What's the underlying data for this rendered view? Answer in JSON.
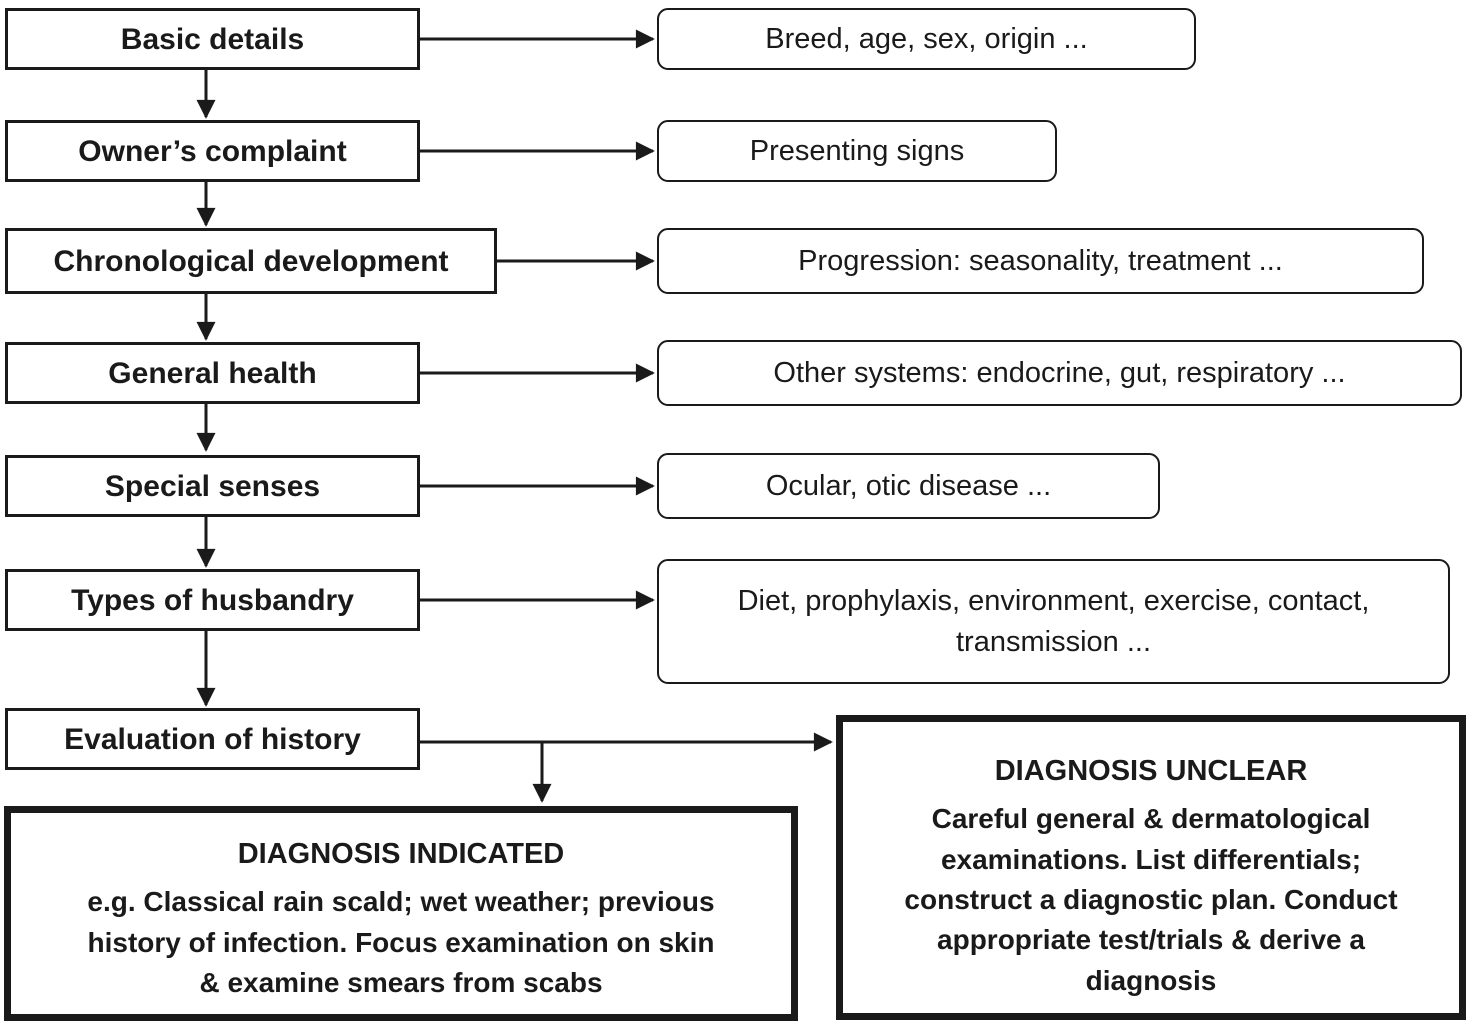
{
  "figure": {
    "background_color": "#ffffff",
    "ink_color": "#1a1a1a",
    "description": "History-taking flowchart leading to diagnosis"
  },
  "flow_rows": [
    {
      "step": "Basic details",
      "detail": "Breed, age, sex, origin ..."
    },
    {
      "step": "Owner’s complaint",
      "detail": "Presenting signs"
    },
    {
      "step": "Chronological development",
      "detail": "Progression: seasonality, treatment ..."
    },
    {
      "step": "General health",
      "detail": "Other systems: endocrine, gut, respiratory ..."
    },
    {
      "step": "Special senses",
      "detail": "Ocular, otic disease ..."
    },
    {
      "step": "Types of husbandry",
      "detail": "Diet, prophylaxis, environment, exercise, contact,\ntransmission ..."
    },
    {
      "step": "Evaluation of history"
    }
  ],
  "outcomes": {
    "indicated": {
      "title": "DIAGNOSIS INDICATED",
      "body": "e.g. Classical rain scald; wet weather; previous\nhistory of infection. Focus examination on skin\n& examine smears from scabs"
    },
    "unclear": {
      "title": "DIAGNOSIS UNCLEAR",
      "body": "Careful general & dermatological\nexaminations. List differentials;\nconstruct a diagnostic plan. Conduct\nappropriate test/trials & derive a\ndiagnosis"
    }
  }
}
